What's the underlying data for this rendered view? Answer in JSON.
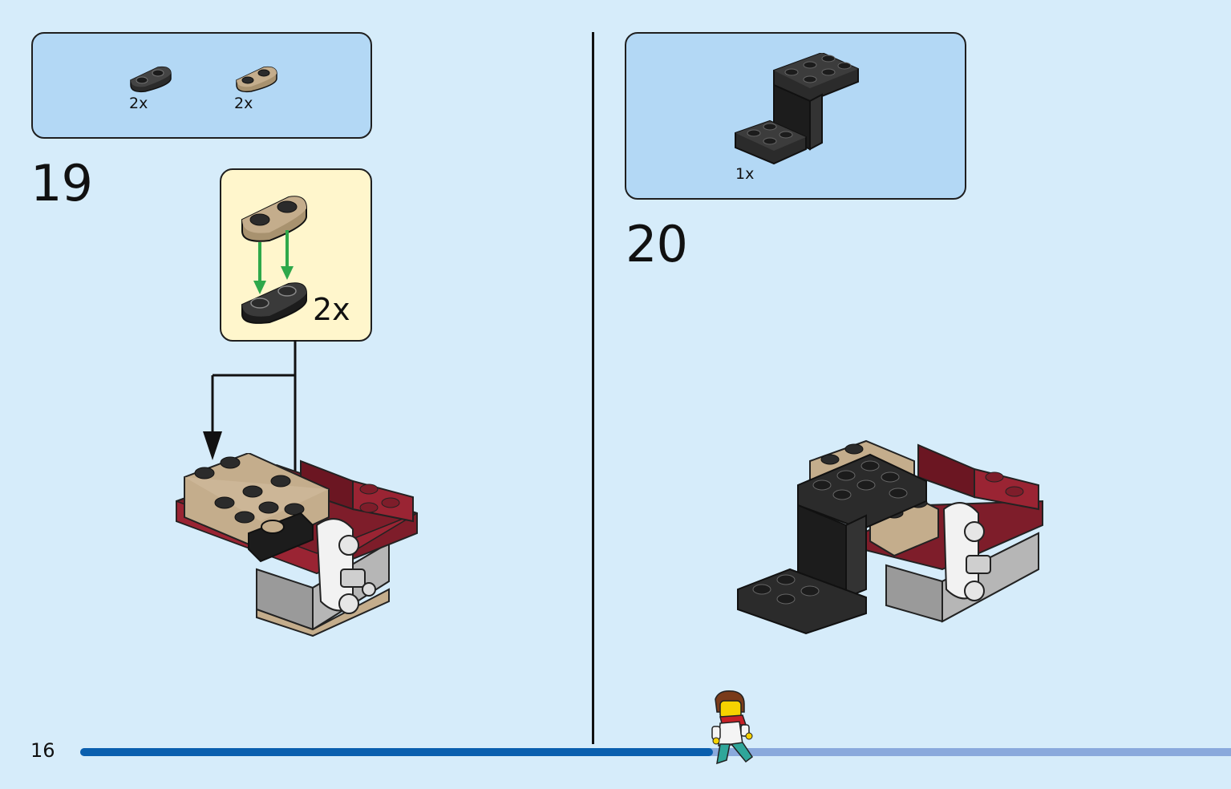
{
  "page": {
    "number": "16",
    "progress": 0.55
  },
  "colors": {
    "page_bg": "#d6ecfa",
    "parts_box_bg": "#b3d8f5",
    "sub_box_bg": "#fff6cc",
    "progress_done": "#0a5fae",
    "progress_remaining": "#8aa9dc",
    "tan": "#c4ad8c",
    "black_brick": "#2b2b2b",
    "dark_red": "#7e1d2a",
    "arrow_green": "#2ea84a"
  },
  "step19": {
    "number": "19",
    "parts": [
      {
        "qty": "2x",
        "icon": "black-plate-1x2-rounded-icon"
      },
      {
        "qty": "2x",
        "icon": "tan-plate-1x2-rounded-icon"
      }
    ],
    "sub_assembly_qty": "2x"
  },
  "step20": {
    "number": "20",
    "parts": [
      {
        "qty": "1x",
        "icon": "black-bracket-icon"
      }
    ]
  }
}
